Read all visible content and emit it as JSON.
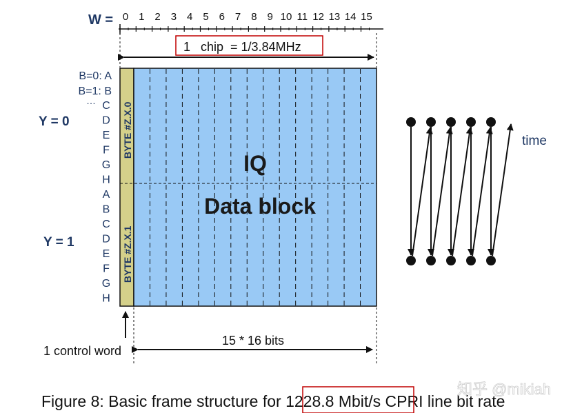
{
  "w_axis": {
    "label": "W =",
    "ticks": [
      "0",
      "1",
      "2",
      "3",
      "4",
      "5",
      "6",
      "7",
      "8",
      "9",
      "10",
      "11",
      "12",
      "13",
      "14",
      "15"
    ]
  },
  "chip_label": "1   chip  = 1/3.84MHz",
  "bit_labels": [
    "B=0: A",
    "B=1: B",
    "…"
  ],
  "bit_letters_y0": [
    "C",
    "D",
    "E",
    "F",
    "G",
    "H"
  ],
  "bit_letters_y1": [
    "A",
    "B",
    "C",
    "D",
    "E",
    "F",
    "G",
    "H"
  ],
  "y_labels": [
    "Y = 0",
    "Y = 1"
  ],
  "byte_labels": [
    "BYTE #Z.X.0",
    "BYTE #Z.X.1"
  ],
  "block_title_1": "IQ",
  "block_title_2": "Data block",
  "bits_label": "15 * 16 bits",
  "control_word_label": "1 control word",
  "time_label": "time",
  "caption": {
    "prefix": "Figure 8: Basic frame structure for ",
    "highlight": "1228.8 Mbit/s",
    "suffix": " CPRI line bit rate"
  },
  "watermark": "知乎 @mikiah",
  "colors": {
    "block_fill": "#99c9f5",
    "control_fill": "#d4d08a",
    "label_navy": "#1f3864",
    "highlight_box": "#c00000"
  }
}
